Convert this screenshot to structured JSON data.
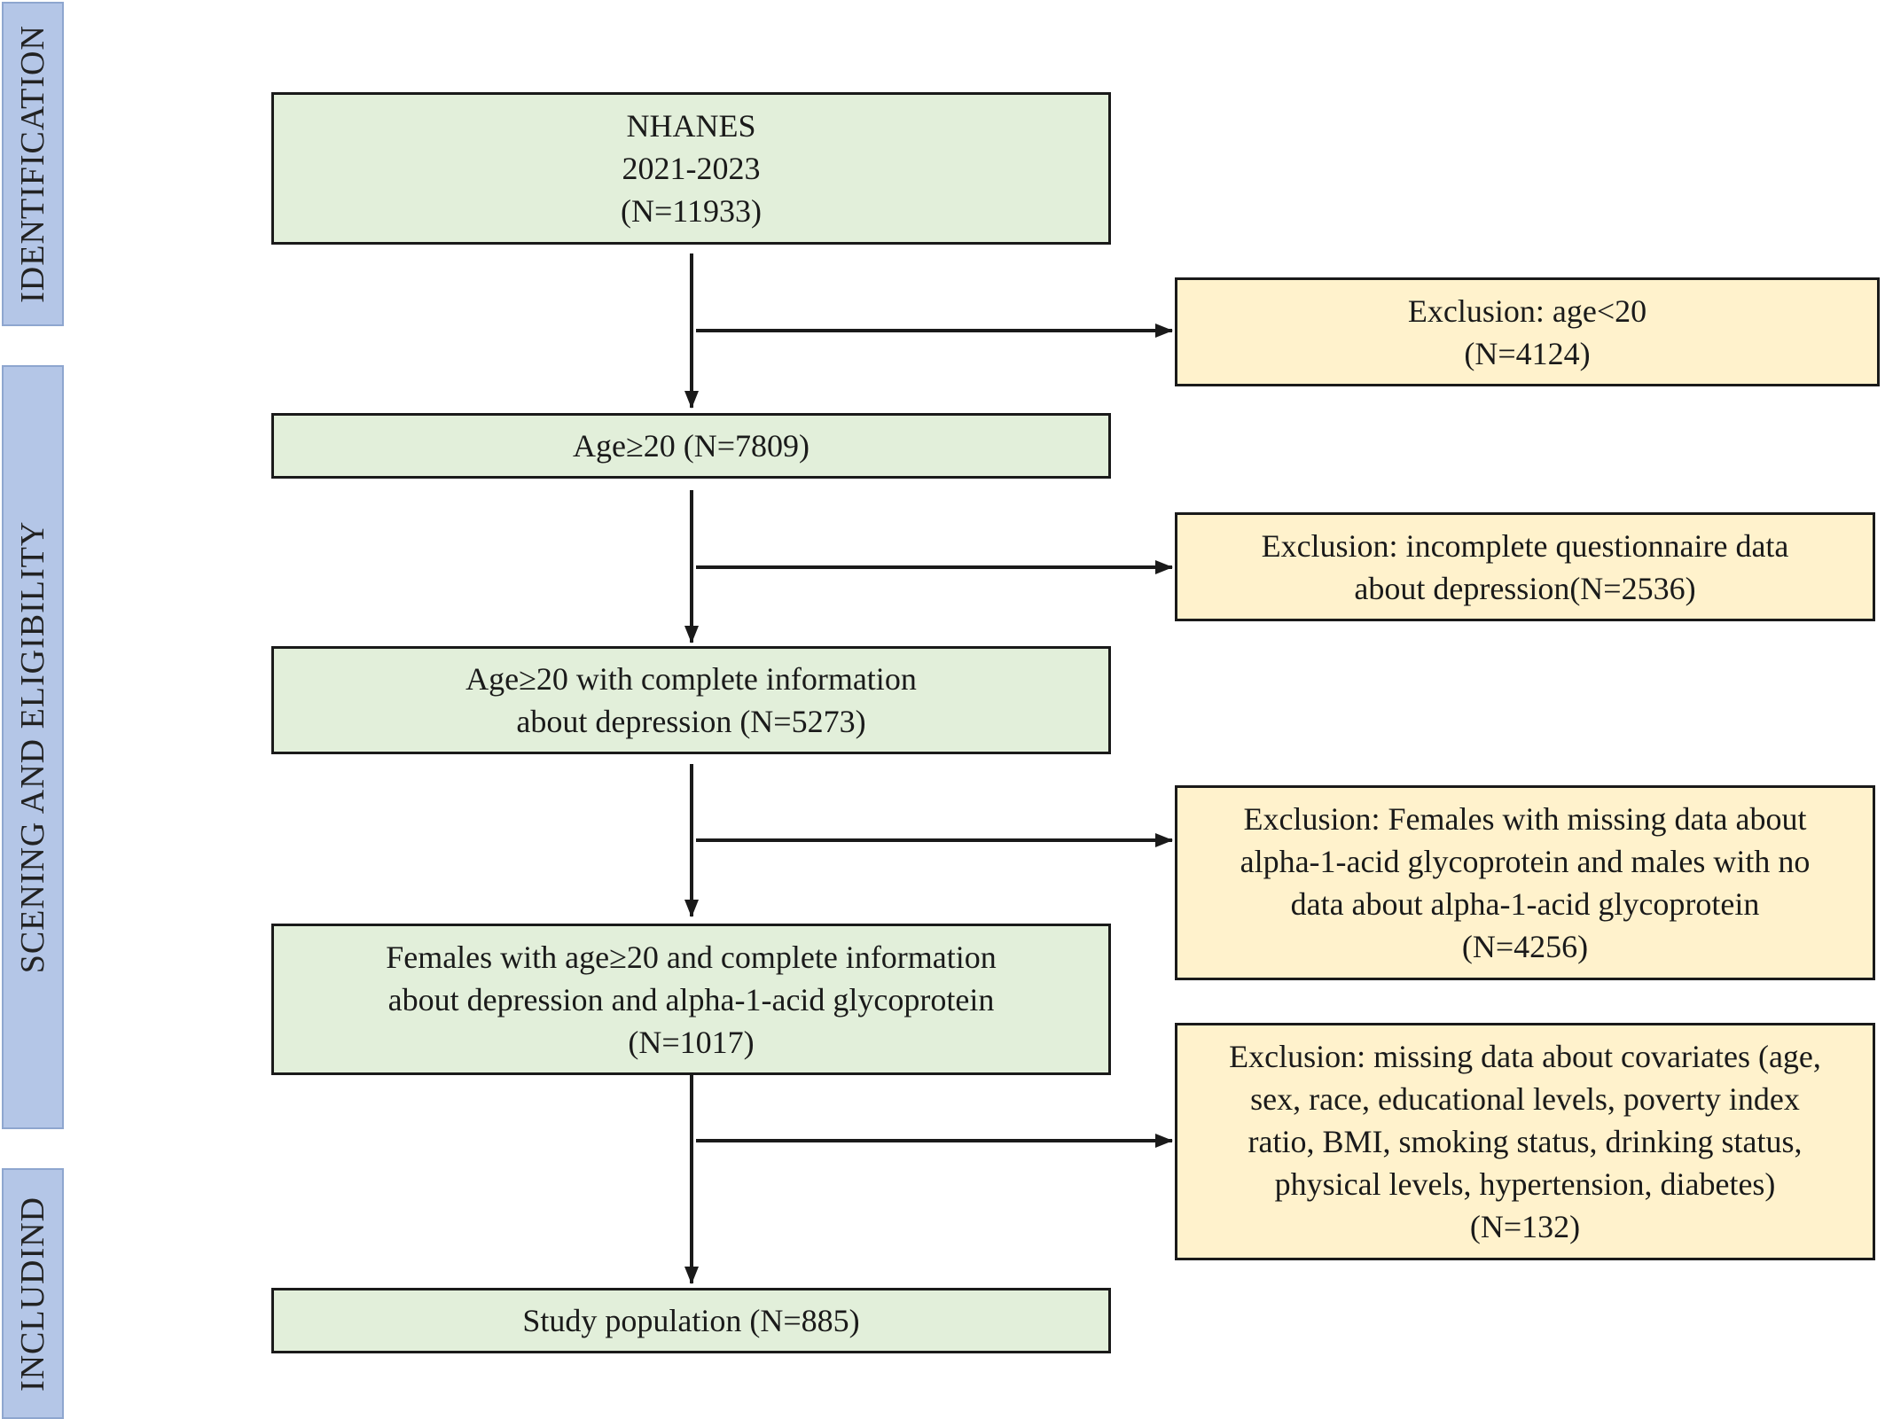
{
  "phases": [
    {
      "id": "identification",
      "label": "IDENTIFICATION"
    },
    {
      "id": "screening",
      "label": "SCENING AND ELIGIBILITY"
    },
    {
      "id": "including",
      "label": "INCLUDIND"
    }
  ],
  "main_boxes": [
    {
      "lines": [
        "NHANES",
        "2021-2023",
        "(N=11933)"
      ]
    },
    {
      "lines": [
        "Age≥20 (N=7809)"
      ]
    },
    {
      "lines": [
        "Age≥20 with complete information",
        "about depression (N=5273)"
      ]
    },
    {
      "lines": [
        "Females with age≥20 and complete information",
        "about depression and alpha-1-acid glycoprotein",
        "(N=1017)"
      ]
    },
    {
      "lines": [
        "Study population (N=885)"
      ]
    }
  ],
  "exclusion_boxes": [
    {
      "lines": [
        "Exclusion: age<20",
        "(N=4124)"
      ]
    },
    {
      "lines": [
        "Exclusion: incomplete questionnaire data",
        "about depression(N=2536)"
      ]
    },
    {
      "lines": [
        "Exclusion: Females with missing data about",
        "alpha-1-acid glycoprotein and males with no",
        "data about alpha-1-acid glycoprotein",
        "(N=4256)"
      ]
    },
    {
      "lines": [
        "Exclusion: missing data about covariates (age,",
        "sex, race, educational levels, poverty index",
        "ratio, BMI, smoking status, drinking status,",
        "physical levels, hypertension, diabetes)",
        "(N=132)"
      ]
    }
  ],
  "colors": {
    "main_box_fill": "#e2efda",
    "exclusion_box_fill": "#fff2cc",
    "phase_bar_fill": "#b4c6e7",
    "line": "#1a1a1a"
  }
}
